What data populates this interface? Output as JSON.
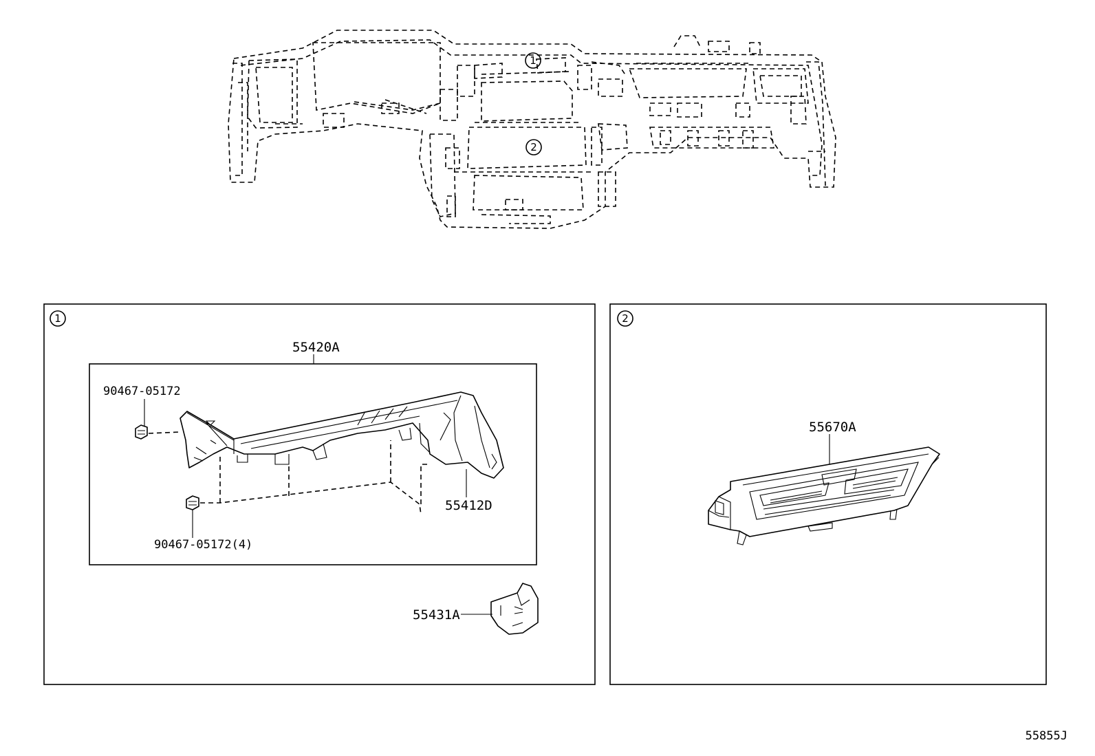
{
  "callouts": {
    "ref_1": "1",
    "ref_2": "2"
  },
  "panel_1": {
    "ref": "1",
    "assembly_label": "55420A",
    "clip_top_label": "90467-05172",
    "clip_bottom_label": "90467-05172(4)",
    "panel_label": "55412D",
    "cover_label": "55431A"
  },
  "panel_2": {
    "ref": "2",
    "vent_label": "55670A"
  },
  "diagram_code": "55855J"
}
